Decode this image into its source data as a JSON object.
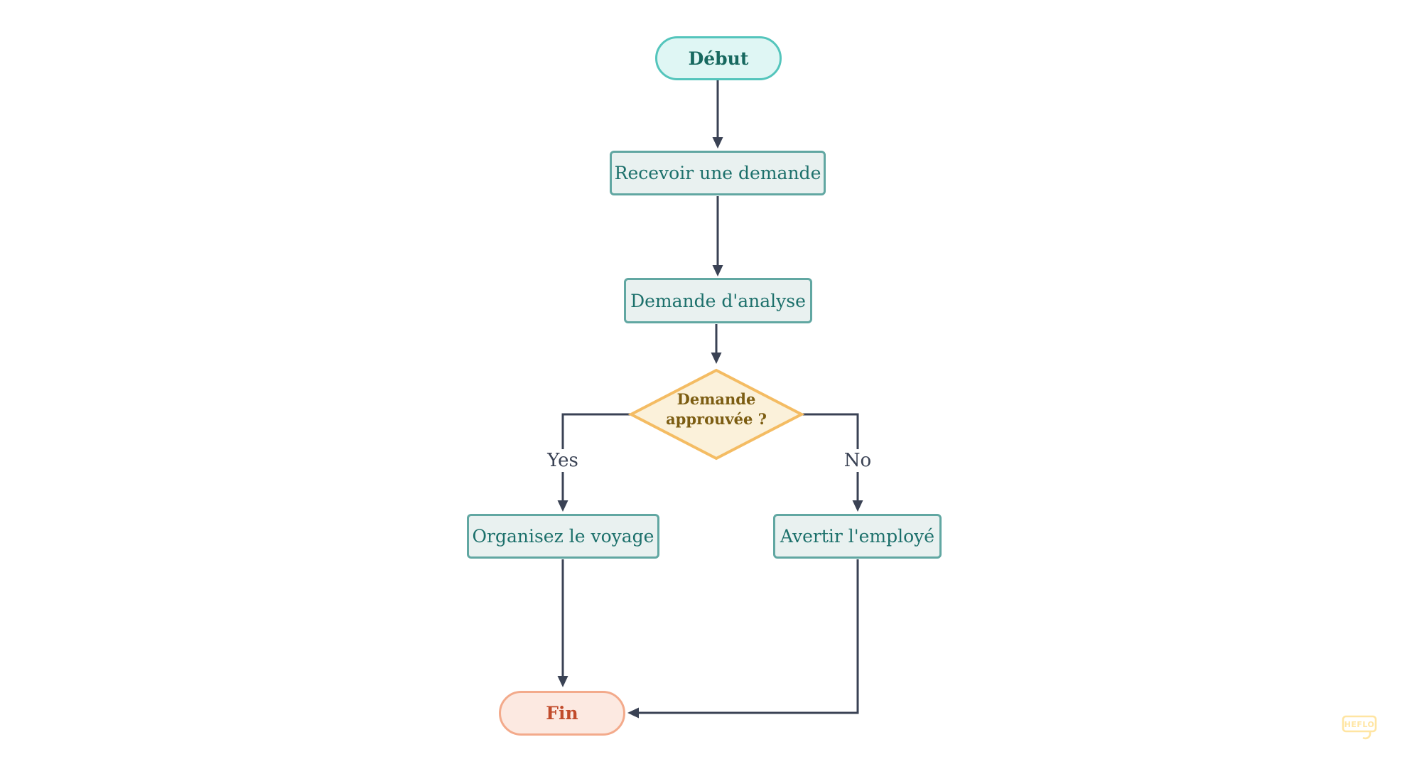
{
  "diagram": {
    "nodes": {
      "start": {
        "label": "Début",
        "type": "start-event"
      },
      "receive": {
        "label": "Recevoir une demande",
        "type": "task"
      },
      "analyze": {
        "label": "Demande d'analyse",
        "type": "task"
      },
      "decision": {
        "label": "Demande approuvée ?",
        "type": "decision"
      },
      "organize": {
        "label": "Organisez le voyage",
        "type": "task"
      },
      "notify": {
        "label": "Avertir l'employé",
        "type": "task"
      },
      "end": {
        "label": "Fin",
        "type": "end-event"
      }
    },
    "edges": {
      "yes_label": "Yes",
      "no_label": "No"
    },
    "colors": {
      "start_fill": "#DFF6F4",
      "start_border": "#54C5BC",
      "start_text": "#17685F",
      "task_fill": "#E9F1F0",
      "task_border": "#61A7A2",
      "task_text": "#1C706B",
      "decision_fill": "#FBF1DA",
      "decision_border": "#F4BC63",
      "decision_text": "#7C5D12",
      "end_fill": "#FCE9E1",
      "end_border": "#F3AA8B",
      "end_text": "#C14B2B",
      "connector": "#3A4254",
      "watermark": "#FFE49E"
    },
    "watermark": {
      "label": "HEFLO"
    }
  }
}
